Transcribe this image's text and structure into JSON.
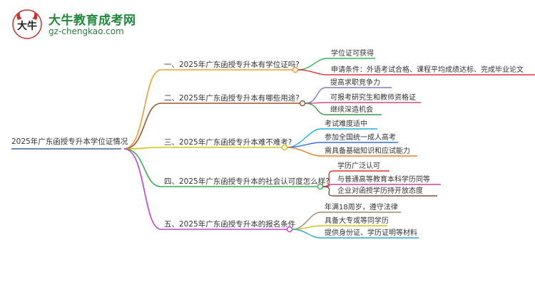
{
  "site": {
    "name": "大牛教育成考网",
    "url": "gz-chengkao.com",
    "logo_mark": "大牛"
  },
  "mindmap": {
    "root": "2025年广东函授专升本学位证情况",
    "branches": [
      {
        "label": "一、2025年广东函授专升本有学位证吗?",
        "color": "#f39c2b",
        "children": [
          "学位证可获得",
          "申请条件：外语考试合格、课程平均成绩达标、完成毕业论文"
        ]
      },
      {
        "label": "二、2025年广东函授专升本有哪些用途?",
        "color": "#a0522d",
        "children": [
          "提高求职竞争力",
          "可报考研究生和教师资格证",
          "继续深造机会"
        ]
      },
      {
        "label": "三、2025年广东函授专升本难不难考?",
        "color": "#d4c21a",
        "children": [
          "考试难度适中",
          "参加全国统一成人高考",
          "需具备基础知识和应试能力"
        ]
      },
      {
        "label": "四、2025年广东函授专升本的社会认可度怎么样?",
        "color": "#3cae4f",
        "children": [
          "学历广泛认可",
          "与普通高等教育本科学历同等",
          "企业对函授学历持开放态度"
        ]
      },
      {
        "label": "五、2025年广东函授专升本的报名条件",
        "color": "#c042c9",
        "children": [
          "年满18周岁，遵守法律",
          "具备大专或等同学历",
          "提供身份证、学历证明等材料"
        ]
      }
    ]
  },
  "colors": {
    "root_line": "#3a5fa0",
    "branch_children": [
      [
        "#2eb75a",
        "#e0323c"
      ],
      [
        "#7d7ab8",
        "#d24a8a",
        "#3a9a47"
      ],
      [
        "#19b2d6",
        "#3b6fd8",
        "#f07b28"
      ],
      [
        "#e2342c",
        "#c7479b",
        "#7a4e3a"
      ],
      [
        "#9a8b74",
        "#d4c21a",
        "#29a8d6"
      ]
    ]
  }
}
